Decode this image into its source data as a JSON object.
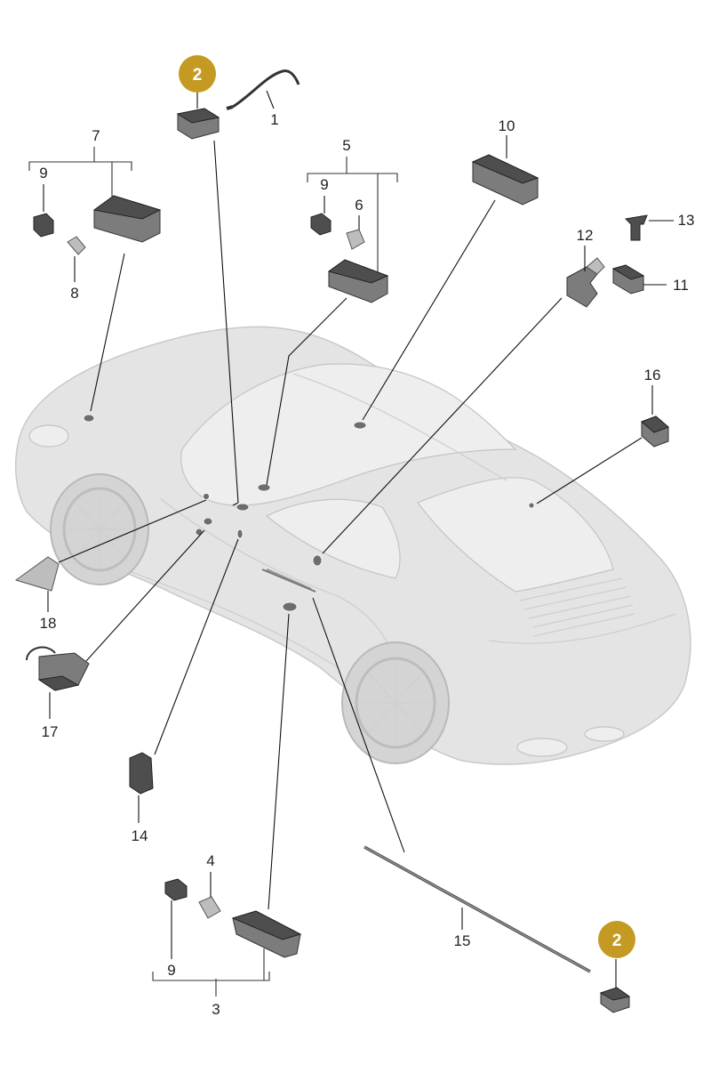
{
  "callouts": {
    "c1": "1",
    "c2a": "2",
    "c2b": "2",
    "c3": "3",
    "c4": "4",
    "c5": "5",
    "c6": "6",
    "c7": "7",
    "c8": "8",
    "c9a": "9",
    "c9b": "9",
    "c9c": "9",
    "c10": "10",
    "c11": "11",
    "c12": "12",
    "c13": "13",
    "c14": "14",
    "c15": "15",
    "c16": "16",
    "c17": "17",
    "c18": "18"
  },
  "colors": {
    "badge": "#c59a22",
    "leader": "#111111",
    "car": "#e4e4e4"
  }
}
